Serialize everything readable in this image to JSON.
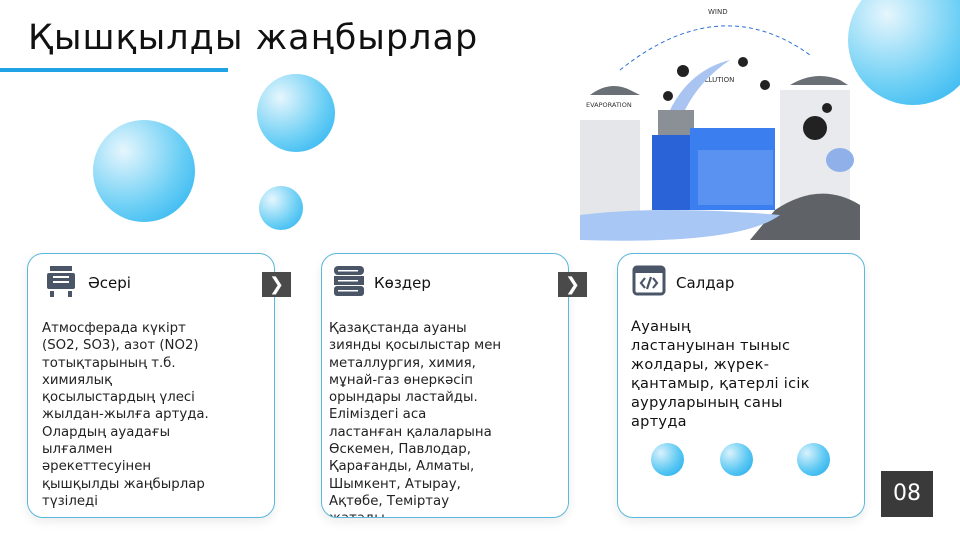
{
  "title": "Қышқылды жаңбырлар",
  "illustration": {
    "wind": "WIND",
    "pollution": "POLLUTION",
    "evaporation": "EVAPORATION"
  },
  "cards": [
    {
      "heading": "Әсері",
      "icon": "transformer-icon",
      "body": "Атмосферада күкірт\n(SO2, SO3), азот (NO2)\nтотықтарының т.б.\nхимиялық\nқосылыстардың үлесі\nжылдан-жылға артуда.\nОлардың ауадағы\nылғалмен\nәрекеттесуінен\nқышқылды  жаңбырлар\nтүзіледі"
    },
    {
      "heading": "Көздер",
      "icon": "server-icon",
      "body": "    Қазақстанда ауаны\nзиянды қосылыстар мен\nметаллургия, химия,\nмұнай-газ өнеркәсіп\nорындары ластайды.\nЕліміздегі аса\nластанған қалаларына\nӨскемен, Павлодар,\nҚарағанды, Алматы,\nШымкент, Атырау,\nАқтөбе, Теміртау\nжатады"
    },
    {
      "heading": "Салдар",
      "icon": "code-window-icon",
      "body": "   Ауаның\nластануынан  тыныс\nжолдары, жүрек-\nқантамыр, қатерлі ісік\nауруларының саны\nартуда"
    }
  ],
  "arrow_glyph": "❯",
  "page_number": "08",
  "colors": {
    "accent": "#1fa3e6",
    "dark": "#3a3a3a"
  }
}
